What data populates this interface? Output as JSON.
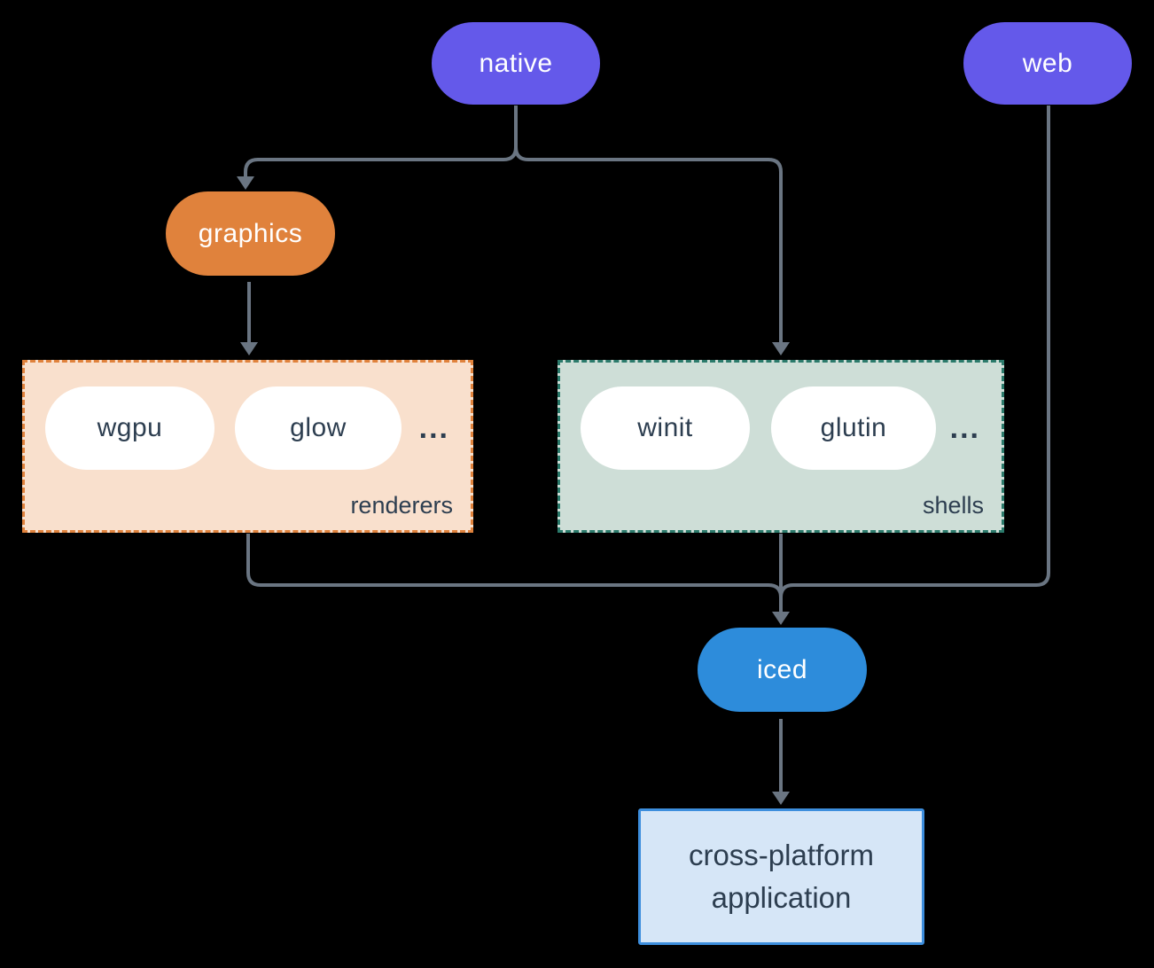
{
  "nodes": {
    "native": {
      "label": "native",
      "color": "#6459EA",
      "text_color": "#ffffff"
    },
    "web": {
      "label": "web",
      "color": "#6459EA",
      "text_color": "#ffffff"
    },
    "graphics": {
      "label": "graphics",
      "color": "#E0823C",
      "text_color": "#ffffff"
    },
    "iced": {
      "label": "iced",
      "color": "#2D8CDB",
      "text_color": "#ffffff"
    },
    "wgpu": {
      "label": "wgpu",
      "color": "#ffffff",
      "text_color": "#2D3E50"
    },
    "glow": {
      "label": "glow",
      "color": "#ffffff",
      "text_color": "#2D3E50"
    },
    "winit": {
      "label": "winit",
      "color": "#ffffff",
      "text_color": "#2D3E50"
    },
    "glutin": {
      "label": "glutin",
      "color": "#ffffff",
      "text_color": "#2D3E50"
    }
  },
  "groups": {
    "renderers": {
      "label": "renderers",
      "ellipsis": "...",
      "bg": "#F9E0CD",
      "border": "#E0823C"
    },
    "shells": {
      "label": "shells",
      "ellipsis": "...",
      "bg": "#CEDED7",
      "border": "#2B7A6B"
    }
  },
  "application": {
    "line1": "cross-platform",
    "line2": "application",
    "bg": "#D6E6F7",
    "border": "#3D8EDD"
  },
  "edges": [
    {
      "from": "native",
      "to": "graphics"
    },
    {
      "from": "native",
      "to": "shells"
    },
    {
      "from": "graphics",
      "to": "renderers"
    },
    {
      "from": "renderers",
      "to": "iced"
    },
    {
      "from": "shells",
      "to": "iced"
    },
    {
      "from": "web",
      "to": "iced"
    },
    {
      "from": "iced",
      "to": "cross-platform application"
    }
  ],
  "colors": {
    "background": "#000000",
    "edge": "#6A7582",
    "dark_text": "#2D3E50"
  }
}
